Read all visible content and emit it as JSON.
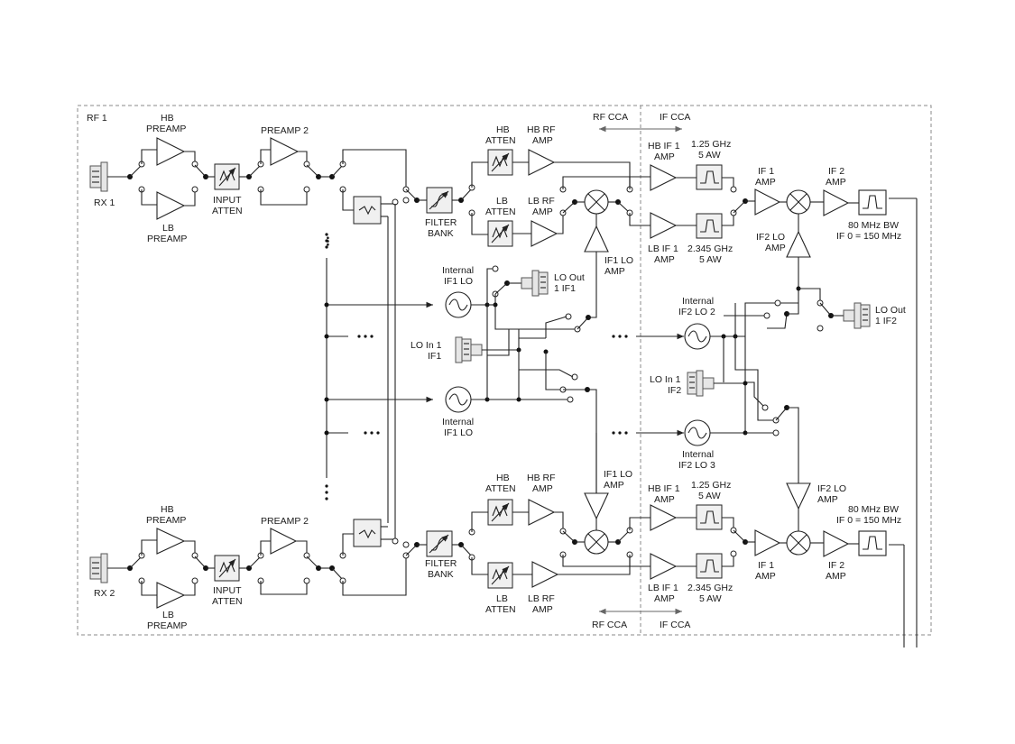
{
  "frame": {
    "title": "RF 1"
  },
  "cca": {
    "rf_top": "RF CCA",
    "if_top": "IF CCA",
    "rf_bottom": "RF CCA",
    "if_bottom": "IF CCA"
  },
  "top_chain": {
    "connector": "RX 1",
    "hb_preamp": [
      "HB",
      "PREAMP"
    ],
    "lb_preamp": [
      "LB",
      "PREAMP"
    ],
    "input_atten": [
      "INPUT",
      "ATTEN"
    ],
    "preamp2": "PREAMP 2",
    "filter_bank": [
      "FILTER",
      "BANK"
    ],
    "hb_atten": [
      "HB",
      "ATTEN"
    ],
    "hb_rf_amp": [
      "HB RF",
      "AMP"
    ],
    "lb_atten": [
      "LB",
      "ATTEN"
    ],
    "lb_rf_amp": [
      "LB RF",
      "AMP"
    ],
    "if1_lo_amp": [
      "IF1 LO",
      "AMP"
    ],
    "hb_if1_amp": [
      "HB IF 1",
      "AMP"
    ],
    "lb_if1_amp": [
      "LB IF 1",
      "AMP"
    ],
    "filter_125": [
      "1.25 GHz",
      "5 AW"
    ],
    "filter_2345": [
      "2.345 GHz",
      "5 AW"
    ],
    "if1_amp": [
      "IF 1",
      "AMP"
    ],
    "if2_amp": [
      "IF 2",
      "AMP"
    ],
    "if2_lo_amp": [
      "IF2 LO",
      "AMP"
    ],
    "bw_label": [
      "80 MHz BW",
      "IF 0 = 150 MHz"
    ]
  },
  "bottom_chain": {
    "connector": "RX 2",
    "hb_preamp": [
      "HB",
      "PREAMP"
    ],
    "lb_preamp": [
      "LB",
      "PREAMP"
    ],
    "input_atten": [
      "INPUT",
      "ATTEN"
    ],
    "preamp2": "PREAMP 2",
    "filter_bank": [
      "FILTER",
      "BANK"
    ],
    "hb_atten": [
      "HB",
      "ATTEN"
    ],
    "hb_rf_amp": [
      "HB RF",
      "AMP"
    ],
    "lb_atten": [
      "LB",
      "ATTEN"
    ],
    "lb_rf_amp": [
      "LB RF",
      "AMP"
    ],
    "if1_lo_amp": [
      "IF1 LO",
      "AMP"
    ],
    "hb_if1_amp": [
      "HB IF 1",
      "AMP"
    ],
    "lb_if1_amp": [
      "LB IF 1",
      "AMP"
    ],
    "filter_125": [
      "1.25 GHz",
      "5 AW"
    ],
    "filter_2345": [
      "2.345 GHz",
      "5 AW"
    ],
    "if1_amp": [
      "IF 1",
      "AMP"
    ],
    "if2_amp": [
      "IF 2",
      "AMP"
    ],
    "if2_lo_amp": [
      "IF2 LO",
      "AMP"
    ],
    "bw_label": [
      "80 MHz BW",
      "IF 0 = 150 MHz"
    ]
  },
  "lo_section": {
    "internal_if1_lo_top": [
      "Internal",
      "IF1 LO"
    ],
    "internal_if1_lo_bottom": [
      "Internal",
      "IF1 LO"
    ],
    "lo_out_if1": [
      "LO Out",
      "1 IF1"
    ],
    "lo_in_if1": [
      "LO In 1",
      "IF1"
    ],
    "internal_if2_lo2": [
      "Internal",
      "IF2  LO 2"
    ],
    "internal_if2_lo3": [
      "Internal",
      "IF2  LO 3"
    ],
    "lo_out_if2": [
      "LO Out",
      "1 IF2"
    ],
    "lo_in_if2": [
      "LO In 1",
      "IF2"
    ]
  }
}
